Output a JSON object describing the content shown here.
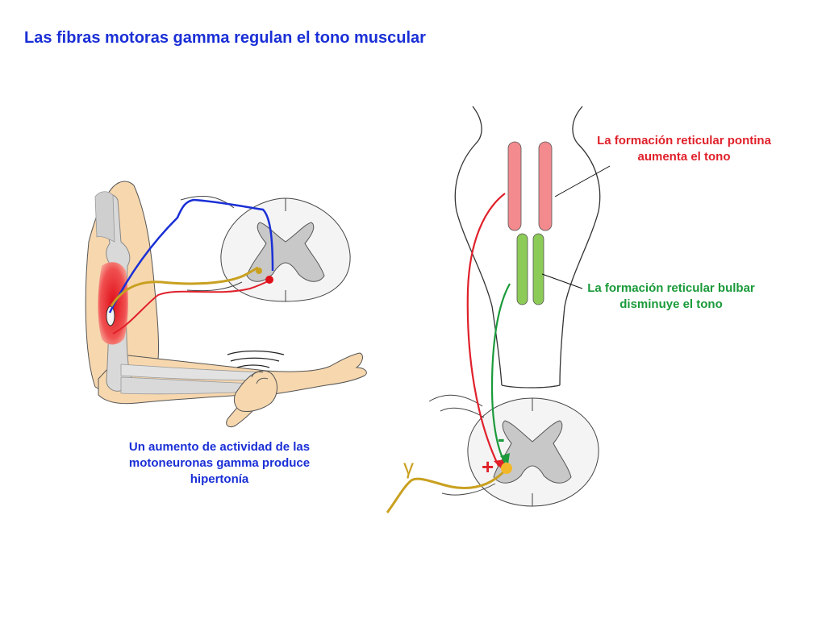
{
  "title": "Las fibras motoras gamma regulan el tono muscular",
  "labels": {
    "pontina": "La formación reticular pontina aumenta el tono",
    "bulbar": "La formación reticular bulbar disminuye el tono",
    "hipertonia": "Un aumento de actividad de las motoneuronas gamma produce hipertonía"
  },
  "signs": {
    "minus": "-",
    "plus": "+",
    "gamma": "γ"
  },
  "colors": {
    "title": "#1a2fd6",
    "excitatory": "#e0202a",
    "inhibitory": "#1a9a3a",
    "gamma_fiber": "#c9a020",
    "afferent": "#1a2fd6",
    "skin": "#f7d7ae",
    "bone": "#d9d9d9"
  }
}
